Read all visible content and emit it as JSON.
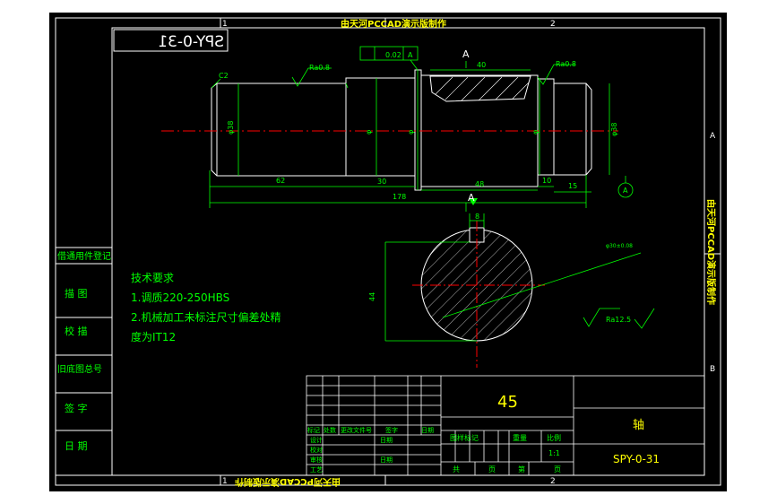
{
  "colors": {
    "background": "#000000",
    "frame": "#ffffff",
    "green": "#00ff00",
    "yellow": "#ffff00",
    "red": "#ff0000",
    "cyan": "#00ffff",
    "magenta": "#ff00ff"
  },
  "watermark": "由天河PCCAD演示版制作",
  "zones": {
    "top": [
      "1",
      "2"
    ],
    "bottom": [
      "1",
      "2"
    ],
    "right": [
      "A",
      "B"
    ]
  },
  "mirrored_code": "SPY-0-31",
  "tech": {
    "title": "技术要求",
    "line1": "1.调质220-250HBS",
    "line2": "2.机械加工未标注尺寸偏差处精",
    "line3": "度为IT12"
  },
  "left_column": [
    "借通用件登记",
    "描  图",
    "校  描",
    "旧底图总号",
    "签  字",
    "日  期"
  ],
  "dims": {
    "d1": "62",
    "d2": "30",
    "d3": "178",
    "d4": "48",
    "d5": "10",
    "d6": "15",
    "d7": "40",
    "tol": "0.02",
    "datum": "A",
    "section": "A",
    "key_w": "8",
    "chamfer": "C2",
    "rough1": "Ra0.8",
    "rough2": "Ra0.8",
    "dia1": "φ38",
    "dia2": "φ",
    "dia3": "φ",
    "dia4": "φ38",
    "dia5": "φ",
    "sec_h": "44",
    "sec_dim": "φ30±0.08",
    "rough3": "Ra12.5",
    "rough4": "(√)"
  },
  "title_block": {
    "material": "45",
    "name": "轴",
    "code": "SPY-0-31",
    "scale_label": "比例",
    "scale": "1:1",
    "mark_label": "图样标记",
    "weight_label": "重量",
    "total": "共",
    "sheets": "页",
    "sheet_no": "第",
    "sheet_unit": "页",
    "header": [
      "标记",
      "处数",
      "更改文件号",
      "签字",
      "日期"
    ],
    "rows": [
      "设计",
      "校对",
      "审核",
      "工艺"
    ],
    "date": "日期"
  }
}
